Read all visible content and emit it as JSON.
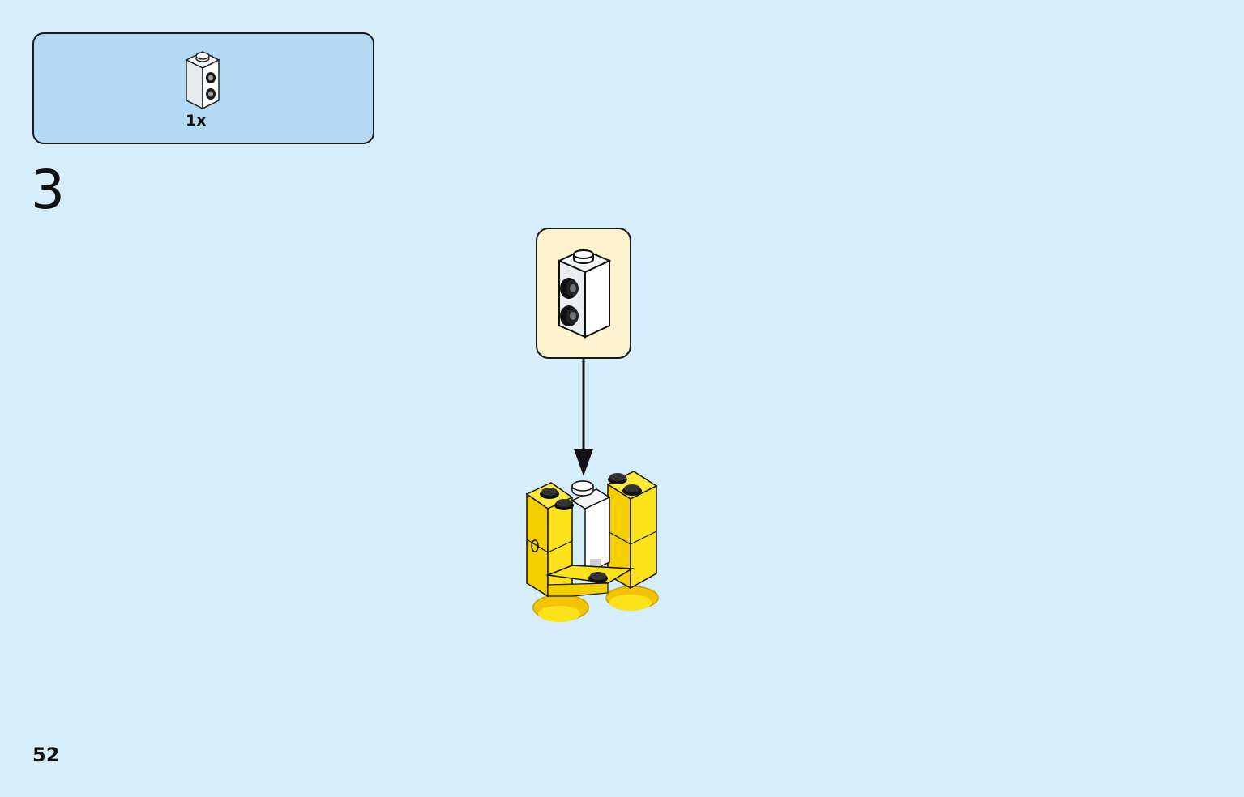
{
  "parts_list": {
    "items": [
      {
        "icon": "white-brick-1x1-two-side-studs-icon",
        "quantity": "1x",
        "color": "#ffffff"
      }
    ]
  },
  "step": {
    "number": "3"
  },
  "callout": {
    "icon": "white-brick-1x1-two-side-studs-icon",
    "background": "#fdf4cf"
  },
  "model": {
    "icon": "yellow-duck-body-assembly-icon",
    "primary_color": "#fbe21a"
  },
  "page": {
    "number": "52",
    "background": "#d6edfb",
    "panel_color": "#b3d9f4"
  }
}
